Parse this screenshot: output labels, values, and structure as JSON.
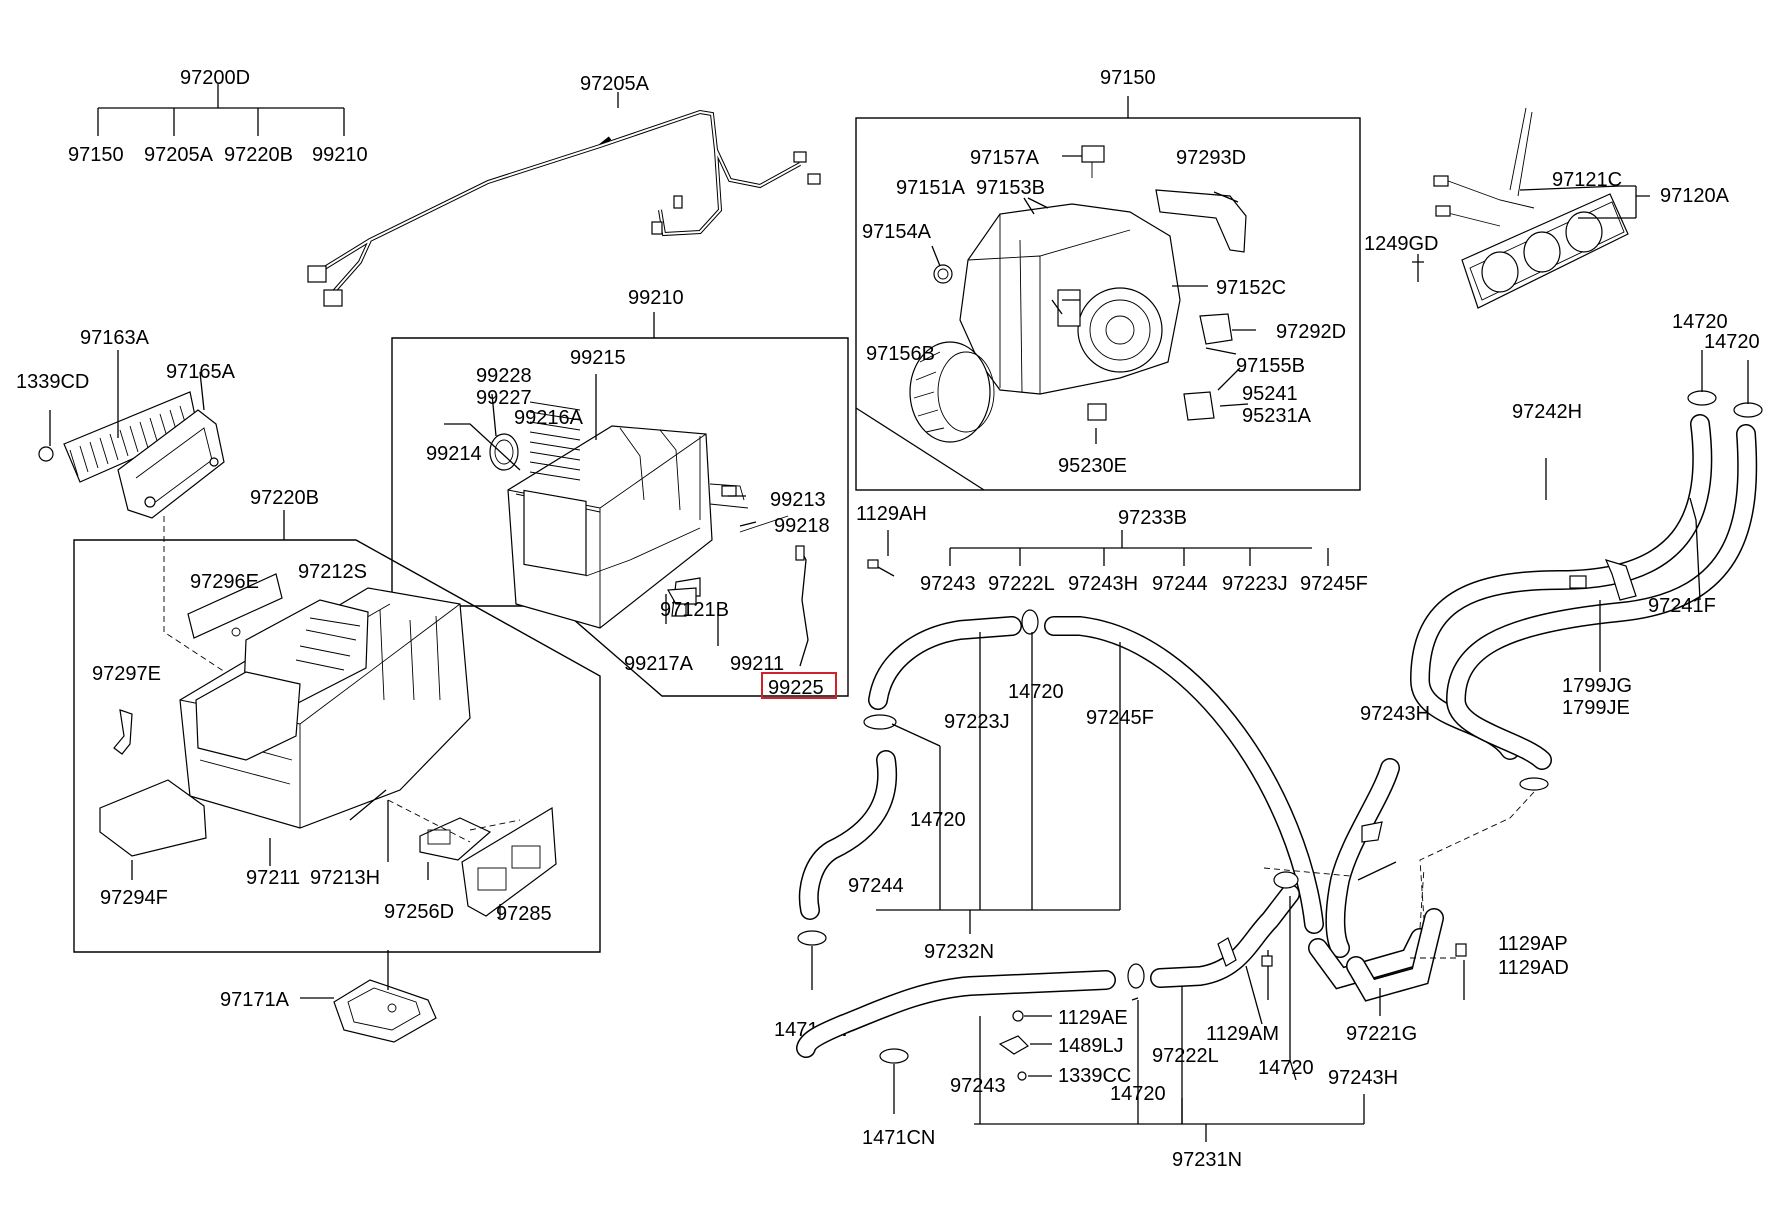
{
  "callouts": {
    "c97200D": "97200D",
    "c97150a": "97150",
    "c97205Aa": "97205A",
    "c97220Ba": "97220B",
    "c99210a": "99210",
    "c97205Ab": "97205A",
    "c97150b": "97150",
    "c97157A": "97157A",
    "c97293D": "97293D",
    "c97151A": "97151A",
    "c97153B": "97153B",
    "c97154A": "97154A",
    "c97152C": "97152C",
    "c97292D": "97292D",
    "c97156B": "97156B",
    "c97155B": "97155B",
    "c95241": "95241",
    "c95231A": "95231A",
    "c95230E": "95230E",
    "c97121C": "97121C",
    "c97120A": "97120A",
    "c1249GD": "1249GD",
    "c14720a": "14720",
    "c14720b": "14720",
    "c97242H": "97242H",
    "c97241F": "97241F",
    "c1799JG": "1799JG",
    "c1799JE": "1799JE",
    "c99210b": "99210",
    "c99215": "99215",
    "c99228": "99228",
    "c99227": "99227",
    "c99216A": "99216A",
    "c99214": "99214",
    "c99213": "99213",
    "c99218": "99218",
    "c97121B": "97121B",
    "c99217A": "99217A",
    "c99211": "99211",
    "c99225": "99225",
    "c97163A": "97163A",
    "c1339CD": "1339CD",
    "c97165A": "97165A",
    "c97220Bb": "97220B",
    "c97296E": "97296E",
    "c97212S": "97212S",
    "c97297E": "97297E",
    "c97211": "97211",
    "c97213H": "97213H",
    "c97294F": "97294F",
    "c97256D": "97256D",
    "c97285": "97285",
    "c97171A": "97171A",
    "c1129AH": "1129AH",
    "c97233B": "97233B",
    "c97243a": "97243",
    "c97222La": "97222L",
    "c97243Ha": "97243H",
    "c97244a": "97244",
    "c97223Ja": "97223J",
    "c97245Fa": "97245F",
    "c14720c": "14720",
    "c97223Jb": "97223J",
    "c97245Fb": "97245F",
    "c97243Hb": "97243H",
    "c14720d": "14720",
    "c97244b": "97244",
    "c97232N": "97232N",
    "c1471CNa": "1471CN",
    "c1129AP": "1129AP",
    "c1129AD": "1129AD",
    "c97221G": "97221G",
    "c1129AE": "1129AE",
    "c1489LJ": "1489LJ",
    "c1339CC": "1339CC",
    "c1129AM": "1129AM",
    "c97222Lb": "97222L",
    "c14720e": "14720",
    "c14720f": "14720",
    "c97243b": "97243",
    "c97243Hc": "97243H",
    "c1471CNb": "1471CN",
    "c97231N": "97231N"
  }
}
